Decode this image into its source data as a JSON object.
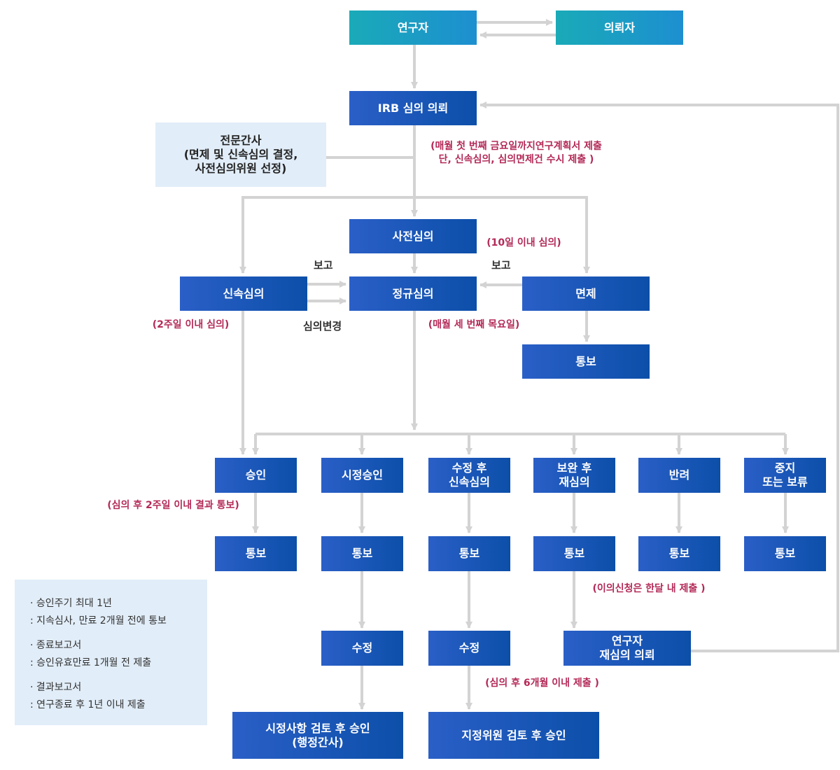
{
  "nodes": {
    "researcher": "연구자",
    "client": "의뢰자",
    "irb_request": "IRB 심의 의뢰",
    "expert_secretary": "전문간사\n(면제 및 신속심의 결정,\n사전심의위원 선정)",
    "pre_review": "사전심의",
    "expedited_review": "신속심의",
    "regular_review": "정규심의",
    "exemption": "면제",
    "exemption_notice": "통보",
    "approval": "승인",
    "conditional_approval": "시정승인",
    "modify_expedited": "수정 후\n신속심의",
    "supplement_rereview": "보완 후\n재심의",
    "rejection": "반려",
    "suspend_hold": "중지\n또는 보류",
    "notice_approval": "통보",
    "notice_conditional": "통보",
    "notice_modify": "통보",
    "notice_supplement": "통보",
    "notice_rejection": "통보",
    "notice_suspend": "통보",
    "revise_conditional": "수정",
    "revise_modify": "수정",
    "researcher_rereview": "연구자\n재심의 의뢰",
    "final_admin": "시정사항 검토 후 승인\n(행정간사)",
    "final_designated": "지정위원 검토 후 승인"
  },
  "notes": {
    "submission": "(매월 첫 번째 금요일까지연구계획서 제출\n단, 신속심의, 심의면제건 수시 제출 )",
    "pre_review_period": "(10일 이내 심의)",
    "expedited_period": "(2주일 이내 심의)",
    "regular_schedule": "(매월 세 번째 목요일)",
    "approval_result": "(심의 후 2주일 이내 결과 통보)",
    "objection": "(이의신청은 한달 내 제출 )",
    "six_months": "(심의 후 6개월 이내 제출 )"
  },
  "labels": {
    "report_left": "보고",
    "report_right": "보고",
    "review_change": "심의변경"
  },
  "info_items": [
    "· 승인주기 최대 1년\n  : 지속심사, 만료 2개월 전에 통보",
    "· 종료보고서\n  : 승인유효만료 1개월 전 제출",
    "· 결과보고서\n  : 연구종료 후 1년 이내 제출"
  ],
  "colors": {
    "box_blue_start": "#2a5fc7",
    "box_blue_end": "#0c4fa9",
    "teal_start": "#1aaab8",
    "teal_end": "#1d8fd0",
    "light_box": "#e1edf8",
    "note_red": "#b32a57",
    "connector": "#d3d3d3"
  }
}
